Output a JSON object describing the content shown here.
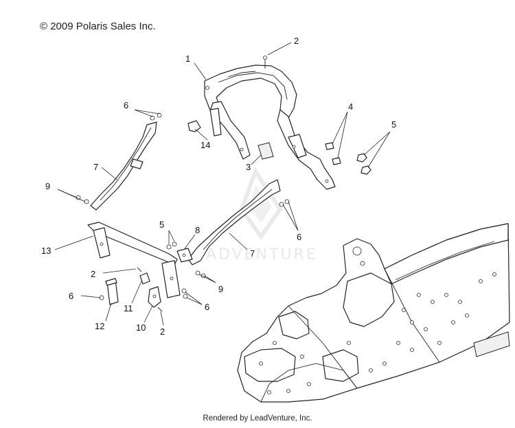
{
  "copyright": "© 2009 Polaris Sales Inc.",
  "footer": "Rendered by LeadVenture, Inc.",
  "watermark": "ADVENTURE",
  "callouts": [
    {
      "id": "c1",
      "label": "1"
    },
    {
      "id": "c2a",
      "label": "2"
    },
    {
      "id": "c2b",
      "label": "2"
    },
    {
      "id": "c2c",
      "label": "2"
    },
    {
      "id": "c3",
      "label": "3"
    },
    {
      "id": "c4",
      "label": "4"
    },
    {
      "id": "c5a",
      "label": "5"
    },
    {
      "id": "c5b",
      "label": "5"
    },
    {
      "id": "c6a",
      "label": "6"
    },
    {
      "id": "c6b",
      "label": "6"
    },
    {
      "id": "c6c",
      "label": "6"
    },
    {
      "id": "c6d",
      "label": "6"
    },
    {
      "id": "c7a",
      "label": "7"
    },
    {
      "id": "c7b",
      "label": "7"
    },
    {
      "id": "c8",
      "label": "8"
    },
    {
      "id": "c9a",
      "label": "9"
    },
    {
      "id": "c9b",
      "label": "9"
    },
    {
      "id": "c10",
      "label": "10"
    },
    {
      "id": "c11",
      "label": "11"
    },
    {
      "id": "c12",
      "label": "12"
    },
    {
      "id": "c13",
      "label": "13"
    },
    {
      "id": "c14",
      "label": "14"
    }
  ]
}
